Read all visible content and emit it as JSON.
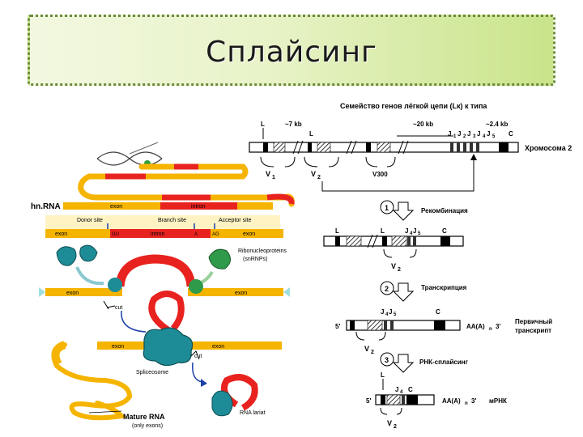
{
  "title": "Сплайсинг",
  "left": {
    "hnrna": "hn.RNA",
    "exon": "exon",
    "intron": "intron",
    "donor": "Donor site",
    "branch": "Branch site",
    "acceptor": "Acceptor site",
    "gu": "GU",
    "ag": "AG",
    "a": "A",
    "rnp1": "Ribonucleoproteins",
    "rnp2": "(snRNPs)",
    "cut": "cut",
    "spliceosome": "Spliceosome",
    "mature1": "Mature RNA",
    "mature2": "(only exons)",
    "lariat": "RNA lariat"
  },
  "right": {
    "family": "Семейство генов лёгкой цепи (Lк) к типа",
    "L": "L",
    "kb7": "~7 kb",
    "kb20": "~20 kb",
    "kb24": "~2.4 kb",
    "J": "J",
    "j1": "1",
    "j2": "2",
    "j3": "3",
    "j4": "4",
    "j5": "5",
    "C": "C",
    "chrom": "Хромосома 2",
    "V": "V",
    "v1": "1",
    "v2": "2",
    "v300": "V300",
    "n1": "1",
    "recomb": "Рекомбинация",
    "n2": "2",
    "transcr": "Транскрипция",
    "five": "5'",
    "aa": "AA(A)",
    "three": "3'",
    "n": "n",
    "primary1": "Первичный",
    "primary2": "транскрипт",
    "n3": "3",
    "rnasplice": "РНК-сплайсинг",
    "mrna": "мРНК"
  },
  "colors": {
    "exon": "#f5b400",
    "intron": "#e8231f",
    "snrnp": "#1e8c96",
    "green": "#2f7d3a"
  }
}
